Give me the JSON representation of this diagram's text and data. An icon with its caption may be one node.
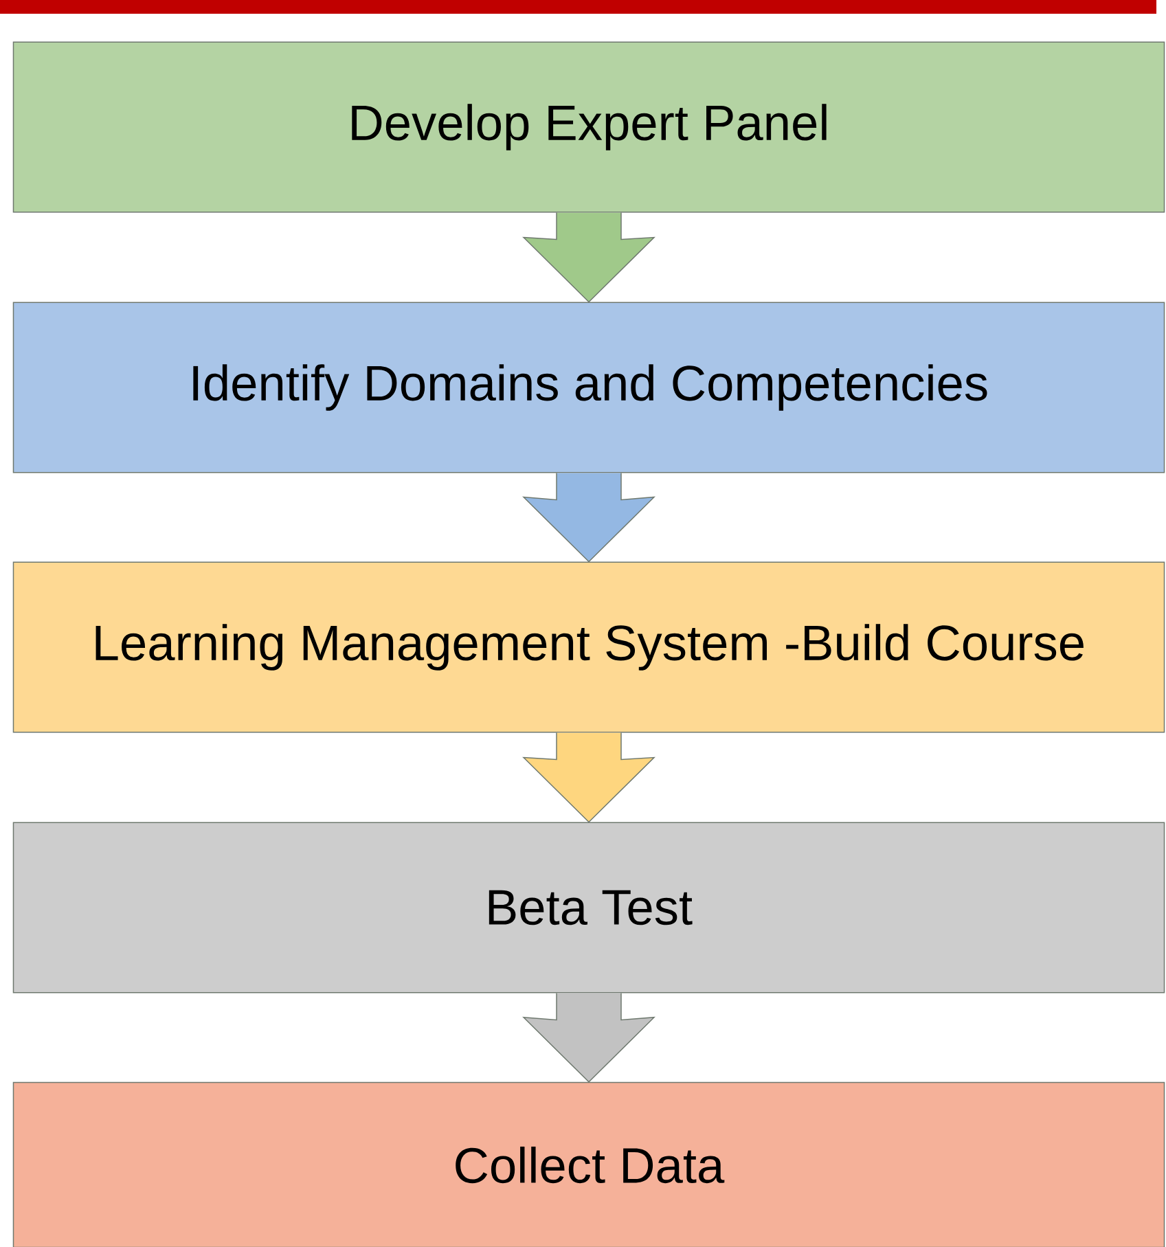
{
  "diagram": {
    "nodes": [
      {
        "text": [],
        "shape": "bar"
      },
      {
        "text": [
          "Develop Expert Panel"
        ]
      },
      {
        "text": [
          "Identify Domains and Competencies"
        ]
      },
      {
        "text": [
          "Learning Management System -Build Course"
        ]
      },
      {
        "text": [
          "Beta Test"
        ]
      },
      {
        "text": [
          "Collect Data"
        ]
      }
    ],
    "edges": [
      {
        "from": 1,
        "to": 2,
        "arrow": "to",
        "color": "#a0c98a"
      },
      {
        "from": 2,
        "to": 3,
        "arrow": "to",
        "color": "#94b8e3"
      },
      {
        "from": 3,
        "to": 4,
        "arrow": "to",
        "color": "#fed67f"
      },
      {
        "from": 4,
        "to": 5,
        "arrow": "to",
        "color": "#c2c2c2"
      }
    ]
  }
}
